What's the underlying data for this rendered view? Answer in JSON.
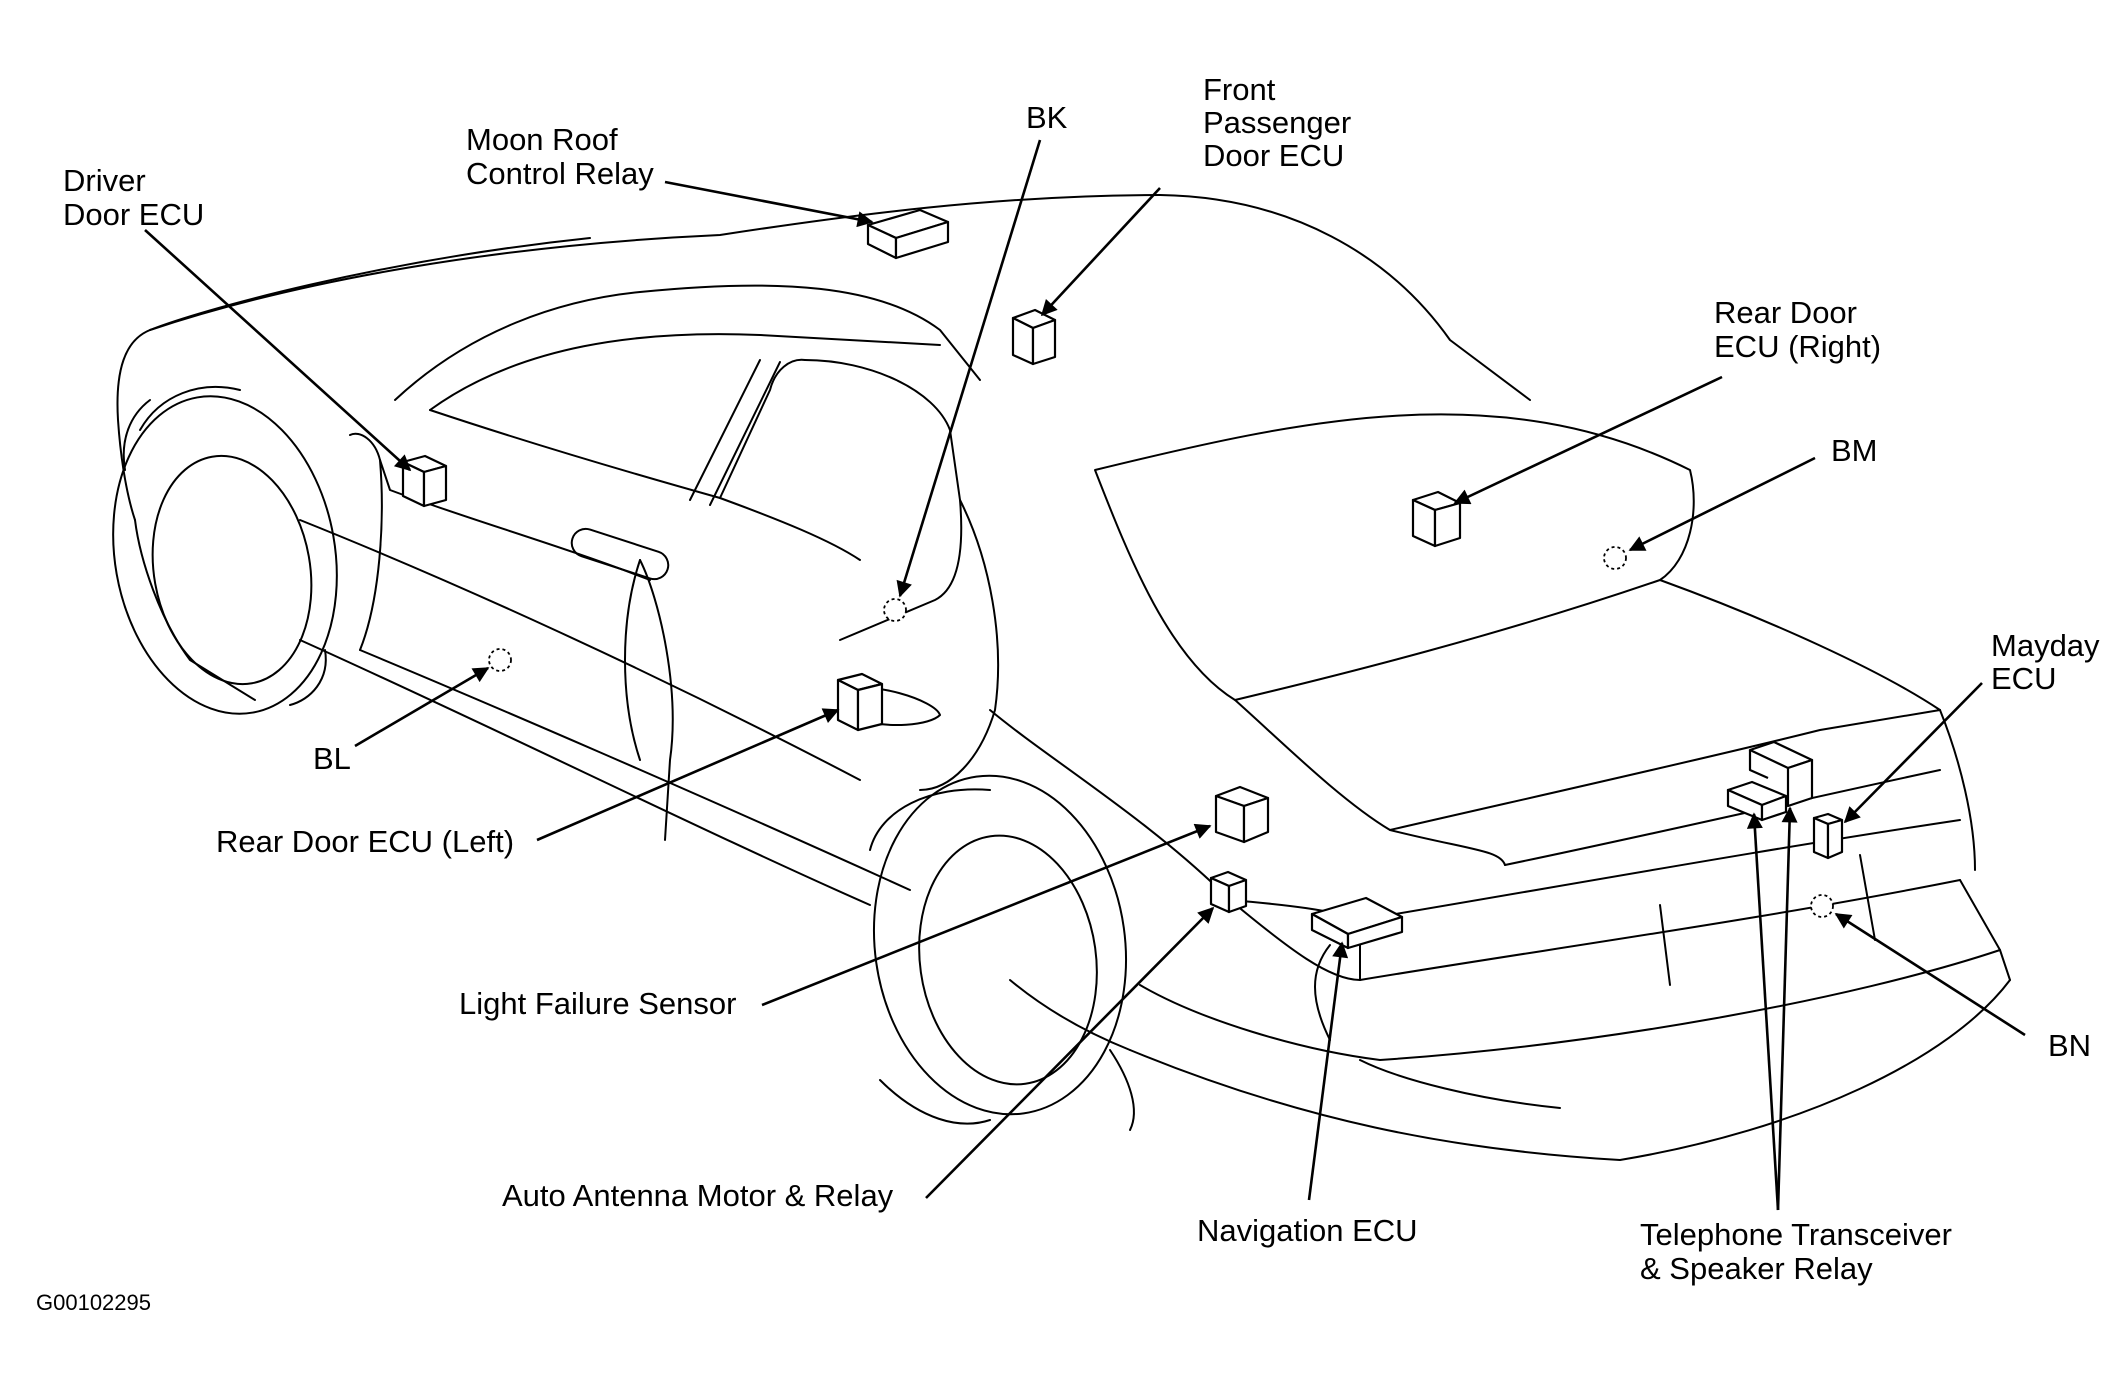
{
  "figure_code": "G00102295",
  "labels": {
    "driver_door_ecu": [
      "Driver",
      "Door ECU"
    ],
    "moon_roof_relay": [
      "Moon Roof",
      "Control Relay"
    ],
    "bk": [
      "BK"
    ],
    "front_passenger_door_ecu": [
      "Front",
      "Passenger",
      "Door ECU"
    ],
    "rear_door_ecu_right": [
      "Rear Door",
      "ECU (Right)"
    ],
    "bm": [
      "BM"
    ],
    "mayday_ecu": [
      "Mayday",
      "ECU"
    ],
    "bl": [
      "BL"
    ],
    "rear_door_ecu_left": [
      "Rear Door ECU (Left)"
    ],
    "light_failure_sensor": [
      "Light Failure Sensor"
    ],
    "bn": [
      "BN"
    ],
    "auto_antenna": [
      "Auto Antenna Motor & Relay"
    ],
    "navigation_ecu": [
      "Navigation ECU"
    ],
    "telephone_transceiver": [
      "Telephone Transceiver",
      "& Speaker Relay"
    ]
  }
}
